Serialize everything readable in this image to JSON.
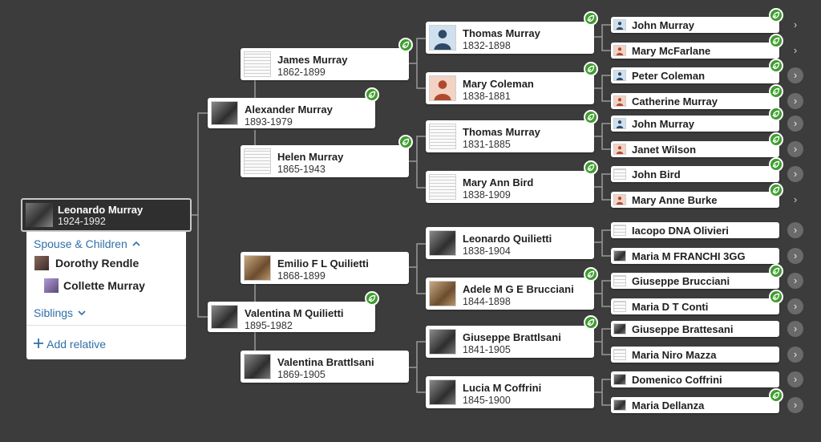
{
  "focus": {
    "name": "Leonardo Murray",
    "dates": "1924-1992"
  },
  "panel": {
    "spouse_children_label": "Spouse & Children",
    "spouse": "Dorothy Rendle",
    "child": "Collette Murray",
    "siblings_label": "Siblings",
    "add_relative_label": "Add relative"
  },
  "gen1": [
    {
      "name": "Alexander Murray",
      "dates": "1893-1979",
      "photo": "bw",
      "hint": true
    },
    {
      "name": "Valentina M Quilietti",
      "dates": "1895-1982",
      "photo": "bw",
      "hint": true
    }
  ],
  "gen2": [
    {
      "name": "James Murray",
      "dates": "1862-1899",
      "photo": "doc",
      "hint": true
    },
    {
      "name": "Helen Murray",
      "dates": "1865-1943",
      "photo": "doc",
      "hint": true
    },
    {
      "name": "Emilio F L Quilietti",
      "dates": "1868-1899",
      "photo": "sepia",
      "hint": false
    },
    {
      "name": "Valentina Brattlsani",
      "dates": "1869-1905",
      "photo": "bw",
      "hint": false
    }
  ],
  "gen3": [
    {
      "name": "Thomas Murray",
      "dates": "1832-1898",
      "photo": "silh-m",
      "hint": true
    },
    {
      "name": "Mary Coleman",
      "dates": "1838-1881",
      "photo": "silh-f",
      "hint": true
    },
    {
      "name": "Thomas Murray",
      "dates": "1831-1885",
      "photo": "doc",
      "hint": true
    },
    {
      "name": "Mary Ann Bird",
      "dates": "1838-1909",
      "photo": "doc",
      "hint": true
    },
    {
      "name": "Leonardo Quilietti",
      "dates": "1838-1904",
      "photo": "bw",
      "hint": false
    },
    {
      "name": "Adele M G E Brucciani",
      "dates": "1844-1898",
      "photo": "sepia",
      "hint": true
    },
    {
      "name": "Giuseppe Brattlsani",
      "dates": "1841-1905",
      "photo": "bw",
      "hint": true
    },
    {
      "name": "Lucia M Coffrini",
      "dates": "1845-1900",
      "photo": "bw",
      "hint": false
    }
  ],
  "gen4": [
    {
      "name": "John Murray",
      "photo": "silh-m",
      "hint": true,
      "arrow": "plain"
    },
    {
      "name": "Mary McFarlane",
      "photo": "silh-f",
      "hint": true,
      "arrow": "plain"
    },
    {
      "name": "Peter Coleman",
      "photo": "silh-m",
      "hint": true,
      "arrow": "circle"
    },
    {
      "name": "Catherine Murray",
      "photo": "silh-f",
      "hint": true,
      "arrow": "circle"
    },
    {
      "name": "John Murray",
      "photo": "silh-m",
      "hint": true,
      "arrow": "circle"
    },
    {
      "name": "Janet Wilson",
      "photo": "silh-f",
      "hint": true,
      "arrow": "circle"
    },
    {
      "name": "John Bird",
      "photo": "doc",
      "hint": true,
      "arrow": "circle"
    },
    {
      "name": "Mary Anne Burke",
      "photo": "silh-f",
      "hint": true,
      "arrow": "plain"
    },
    {
      "name": "Iacopo DNA Olivieri",
      "photo": "doc",
      "hint": false,
      "arrow": "circle"
    },
    {
      "name": "Maria M FRANCHI 3GG",
      "photo": "bw",
      "hint": false,
      "arrow": "circle"
    },
    {
      "name": "Giuseppe Brucciani",
      "photo": "doc",
      "hint": true,
      "arrow": "circle"
    },
    {
      "name": "Maria D T Conti",
      "photo": "doc",
      "hint": true,
      "arrow": "circle"
    },
    {
      "name": "Giuseppe Brattesani",
      "photo": "bw",
      "hint": false,
      "arrow": "circle"
    },
    {
      "name": "Maria Niro Mazza",
      "photo": "doc",
      "hint": false,
      "arrow": "circle"
    },
    {
      "name": "Domenico Coffrini",
      "photo": "bw",
      "hint": false,
      "arrow": "circle"
    },
    {
      "name": "Maria Dellanza",
      "photo": "bw",
      "hint": true,
      "arrow": "circle"
    }
  ],
  "icons": {
    "hint": "leaf-hint-icon",
    "arrow": "chevron-right-icon",
    "plus": "plus-icon"
  },
  "colors": {
    "background": "#3c3c3c",
    "hint_green": "#3f9d2f",
    "link_blue": "#2f6fa8"
  }
}
